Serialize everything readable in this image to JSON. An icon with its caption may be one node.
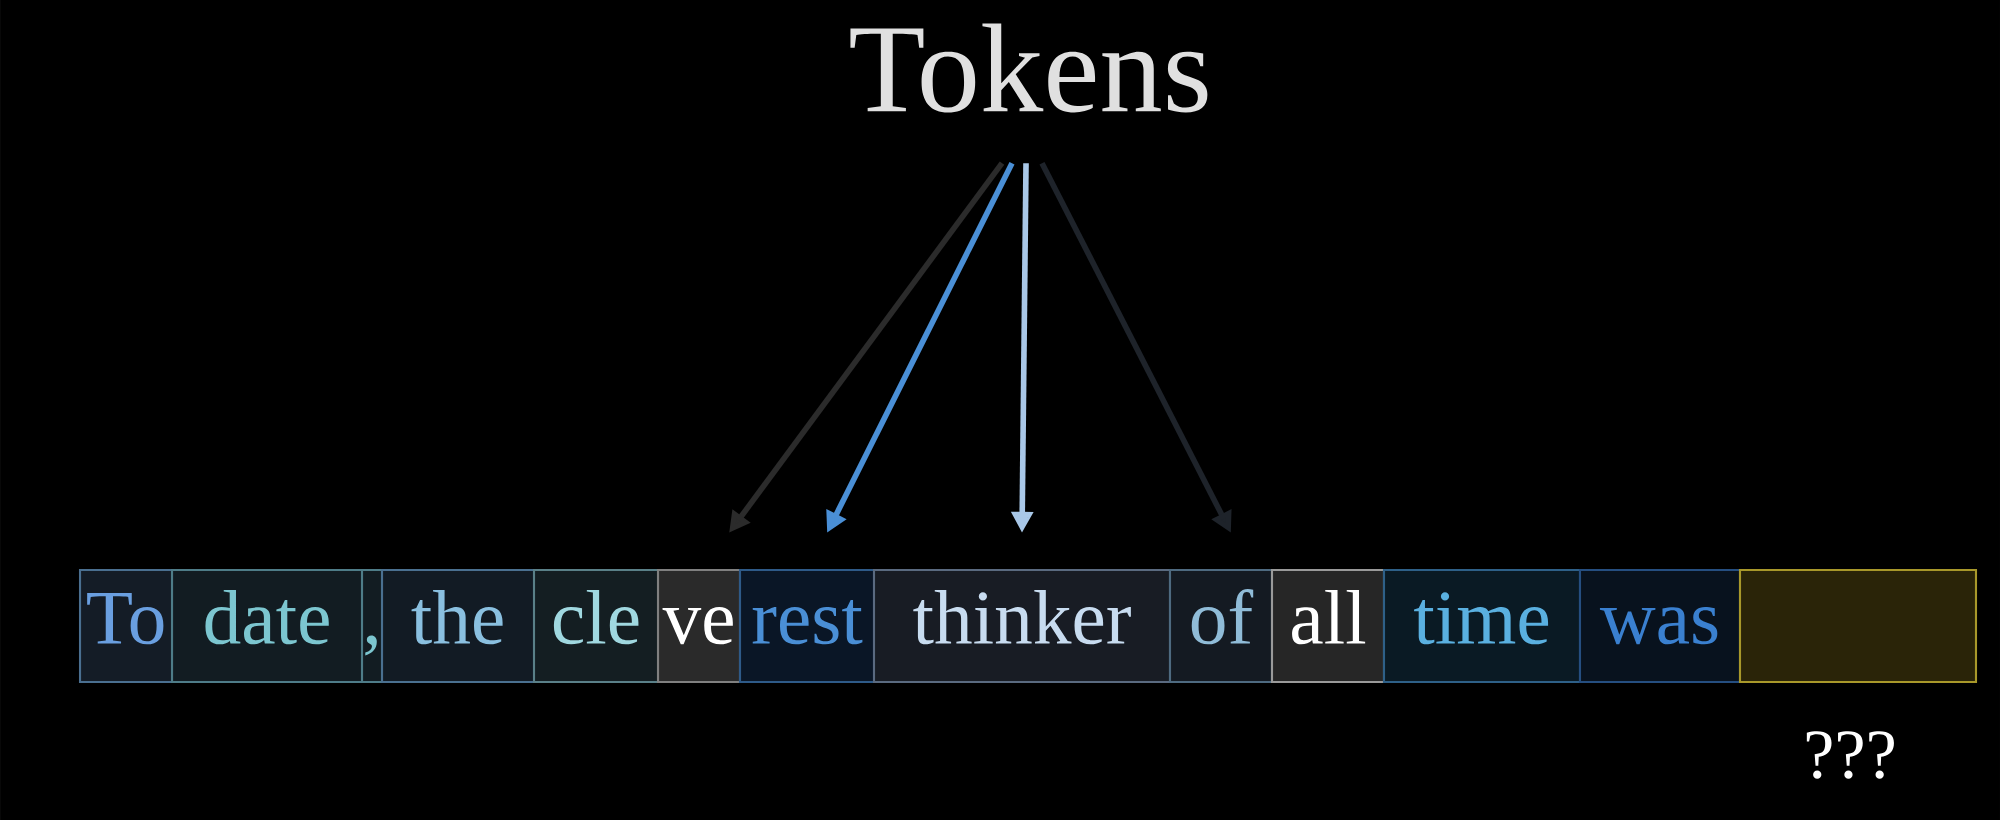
{
  "diagram": {
    "nodes": [
      {
        "text": [
          "Tokens"
        ]
      },
      {
        "text": [
          "To"
        ]
      },
      {
        "text": [
          "date"
        ]
      },
      {
        "text": [
          ","
        ]
      },
      {
        "text": [
          "the"
        ]
      },
      {
        "text": [
          "cle"
        ]
      },
      {
        "text": [
          "ve"
        ]
      },
      {
        "text": [
          "rest"
        ]
      },
      {
        "text": [
          "thinker"
        ]
      },
      {
        "text": [
          "of"
        ]
      },
      {
        "text": [
          "all"
        ]
      },
      {
        "text": [
          "time"
        ]
      },
      {
        "text": [
          "was"
        ]
      },
      {
        "text": [],
        "shape": "box",
        "beside": [
          "???"
        ]
      }
    ],
    "edges": [
      {
        "from": 0,
        "to": 6,
        "arrow": "to",
        "color": "#2b2b2b"
      },
      {
        "from": 0,
        "to": 7,
        "arrow": "to",
        "color": "#4a8fd6"
      },
      {
        "from": 0,
        "to": 8,
        "arrow": "to",
        "color": "#a9c8e8"
      },
      {
        "from": 0,
        "to": 9,
        "arrow": "to",
        "color": "#1e232a"
      }
    ]
  }
}
